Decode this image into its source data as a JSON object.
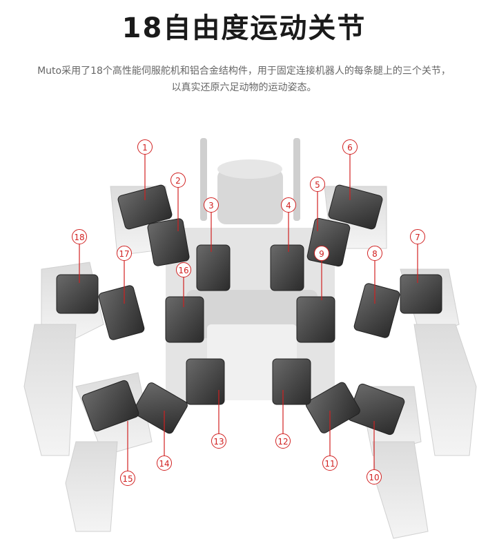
{
  "title": "18自由度运动关节",
  "subtitle_line1": "Muto采用了18个高性能伺服舵机和铝合金结构件，用于固定连接机器人的每条腿上的三个关节，",
  "subtitle_line2": "以真实还原六足动物的运动姿态。",
  "callouts": [
    "1",
    "2",
    "3",
    "4",
    "5",
    "6",
    "7",
    "8",
    "9",
    "10",
    "11",
    "12",
    "13",
    "14",
    "15",
    "16",
    "17",
    "18"
  ],
  "colors": {
    "accent": "#d12020",
    "servo": "#3a3a3a",
    "frame": "#cfcfcf"
  }
}
